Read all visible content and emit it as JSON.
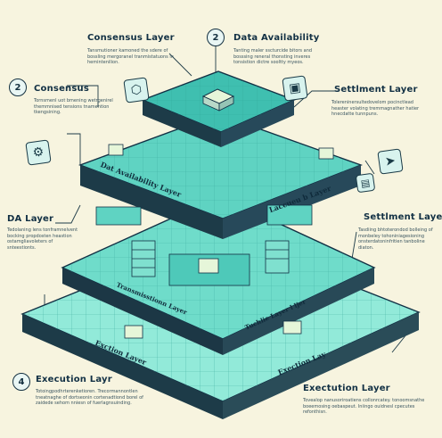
{
  "badges": {
    "top_center": "2",
    "left": "2",
    "bottom_left": "4"
  },
  "labels": {
    "consensus_top": "Consensus Layer",
    "data_availability_top": "Data Availability",
    "consensus_left": "Consensus",
    "settlement_right_top": "Settlment Layer",
    "da_layer_left": "DA Layer",
    "settlement_right_mid": "Settlment Layer",
    "execution_bottom_left": "Execution Layr",
    "execution_bottom_right": "Exectution Layer"
  },
  "descriptions": {
    "consensus_top": "Tansmutioner kamoned the sdere of bossling mergoranel tranmistatuons in hemintenilion.",
    "data_availability_top": "Tanting maler sscturcide bitors and bosssing reneral thonsting inveres tonsistion dictre sooltty myeos.",
    "consensus_left": "Tornsmenl uot bmening wetrgenirel themmnised tensions tnamention tkengsining.",
    "settlement_right_top": "Tolereninersultedovelom pocinctlead heaster volating tremmagnather hatier hnecdatte tunnpuns.",
    "da_layer_left": "Tedolaning lens tonframnelvent bocking propdosten heastion ostamgliavoleters of snteestionts.",
    "settlement_right_mid": "Tasdiing bhtoterondod bolleing of monbeley tohoniniagesioning onsterdatoninfritien tanboline diaton.",
    "execution_bottom_left": "Totoingpodhrterenketioren. Trecormannontlen tneatnaghe of dortseonin cortenadtiond borel of zaidede sehom nniesn of fuerlagnsuinding.",
    "execution_bottom_right": "Tovealop nanusoriroatiens collonrcatey. tonoomsnathe boeemosing oebaspeut. Iniingo ouidnesl cpecutes refonthisn."
  },
  "tier_texts": {
    "tier2_left": "Dat Availability Layer",
    "tier2_right": "Laccueu b Layer",
    "tier3_left": "Transmisstionn Layer",
    "tier3_right": "Tuchlie Layer l ljer",
    "tier4_left": "Exction Layer",
    "tier4_right": "Exection Lay"
  },
  "icons": [
    "gear-icon",
    "hexagon-icon",
    "cube-icon",
    "arrow-icon",
    "document-icon"
  ],
  "colors": {
    "background": "#f7f4df",
    "teal_light": "#7fe6d5",
    "teal_mid": "#3fbfb0",
    "navy": "#123044"
  }
}
